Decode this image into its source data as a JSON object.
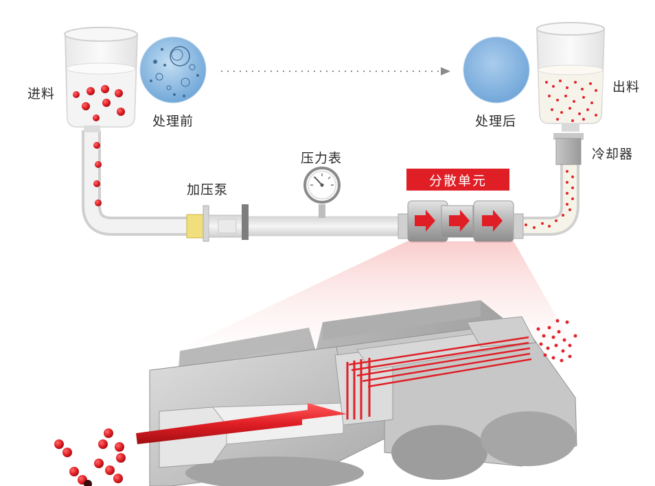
{
  "labels": {
    "feed": "进料",
    "before": "处理前",
    "after": "处理后",
    "discharge": "出料",
    "cooler": "冷却器",
    "gauge": "压力表",
    "pump": "加压泵",
    "dispersion_unit": "分散单元"
  },
  "colors": {
    "accent_red": "#e01e25",
    "pipe_gray": "#e4e4e4",
    "metal_gray": "#a8a8a8",
    "liquid_blue": "#8fbce4"
  },
  "icons": [
    "beaker",
    "micrograph-before",
    "micrograph-after",
    "pressure-gauge",
    "pump",
    "flow-arrow",
    "cooler",
    "nozzle-cutaway"
  ]
}
